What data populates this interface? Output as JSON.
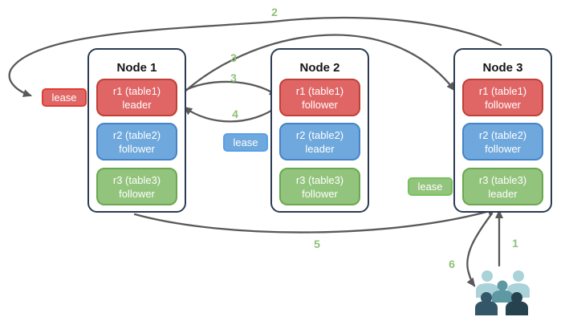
{
  "nodes": [
    {
      "title": "Node 1",
      "replicas": [
        {
          "name": "r1 (table1)",
          "role": "leader",
          "color": "red"
        },
        {
          "name": "r2 (table2)",
          "role": "follower",
          "color": "blue"
        },
        {
          "name": "r3 (table3)",
          "role": "follower",
          "color": "green"
        }
      ]
    },
    {
      "title": "Node 2",
      "replicas": [
        {
          "name": "r1 (table1)",
          "role": "follower",
          "color": "red"
        },
        {
          "name": "r2 (table2)",
          "role": "leader",
          "color": "blue"
        },
        {
          "name": "r3 (table3)",
          "role": "follower",
          "color": "green"
        }
      ]
    },
    {
      "title": "Node 3",
      "replicas": [
        {
          "name": "r1 (table1)",
          "role": "follower",
          "color": "red"
        },
        {
          "name": "r2 (table2)",
          "role": "follower",
          "color": "blue"
        },
        {
          "name": "r3 (table3)",
          "role": "leader",
          "color": "green"
        }
      ]
    }
  ],
  "leases": [
    {
      "label": "lease",
      "color": "red"
    },
    {
      "label": "lease",
      "color": "blue"
    },
    {
      "label": "lease",
      "color": "green"
    }
  ],
  "step_labels": [
    {
      "label": "1"
    },
    {
      "label": "2"
    },
    {
      "label": "3"
    },
    {
      "label": "3"
    },
    {
      "label": "4"
    },
    {
      "label": "5"
    },
    {
      "label": "6"
    }
  ],
  "icons": {
    "users": "users-group-icon"
  },
  "colors": {
    "replica_red": "#e06666",
    "replica_red_border": "#bf4136",
    "replica_blue": "#6fa8dc",
    "replica_blue_border": "#4684c7",
    "replica_green": "#93c47d",
    "replica_green_border": "#69a84f",
    "lease_red_border": "#e03c31",
    "lease_blue_border": "#58a0e8",
    "lease_green_border": "#74c25a",
    "node_border": "#2b3b52",
    "arrow": "#595959",
    "step_label": "#8fc177",
    "users_light": "#a9d3d8",
    "users_mid": "#5e98a3",
    "users_dark_left": "#335669",
    "users_dark_right": "#26424f"
  }
}
